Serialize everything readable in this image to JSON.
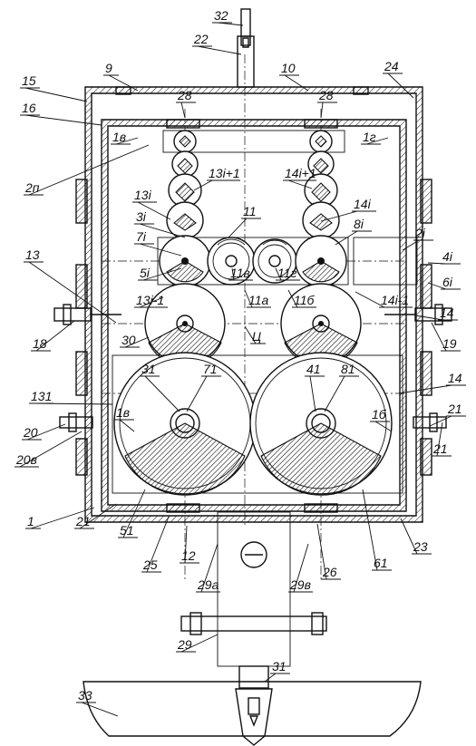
{
  "labels": [
    "32",
    "22",
    "9",
    "28",
    "10",
    "28",
    "24",
    "15",
    "16",
    "1в",
    "1г",
    "2п",
    "13i+1",
    "14i+1",
    "13i",
    "14i",
    "3i",
    "11",
    "8i",
    "2i",
    "7i",
    "4i",
    "5i",
    "11в",
    "11г",
    "6i",
    "13",
    "13i-1",
    "11а",
    "11б",
    "14i-1",
    "14",
    "30",
    "Ц",
    "18",
    "19",
    "31",
    "71",
    "41",
    "81",
    "14",
    "131",
    "21",
    "20",
    "1в",
    "1б",
    "21",
    "20в",
    "1",
    "21",
    "51",
    "25",
    "12",
    "29а",
    "29в",
    "26",
    "61",
    "23",
    "29",
    "31",
    "33"
  ],
  "colors": {
    "line": "#111111",
    "background": "#ffffff"
  }
}
